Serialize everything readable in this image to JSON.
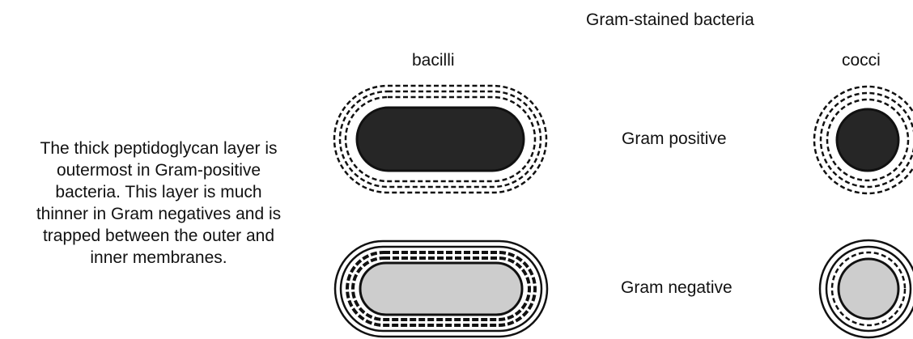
{
  "title": "Gram-stained bacteria",
  "columns": {
    "bacilli": "bacilli",
    "cocci": "cocci"
  },
  "rows": {
    "positive": "Gram positive",
    "negative": "Gram negative"
  },
  "description": [
    "The thick peptidoglycan layer is",
    "outermost in Gram-positive",
    "bacteria. This layer is much",
    "thinner in Gram negatives and is",
    "trapped between the outer and",
    "inner membranes."
  ],
  "colors": {
    "positive_cell": "#262626",
    "negative_cell": "#cdcdcd",
    "outline": "#111111"
  }
}
